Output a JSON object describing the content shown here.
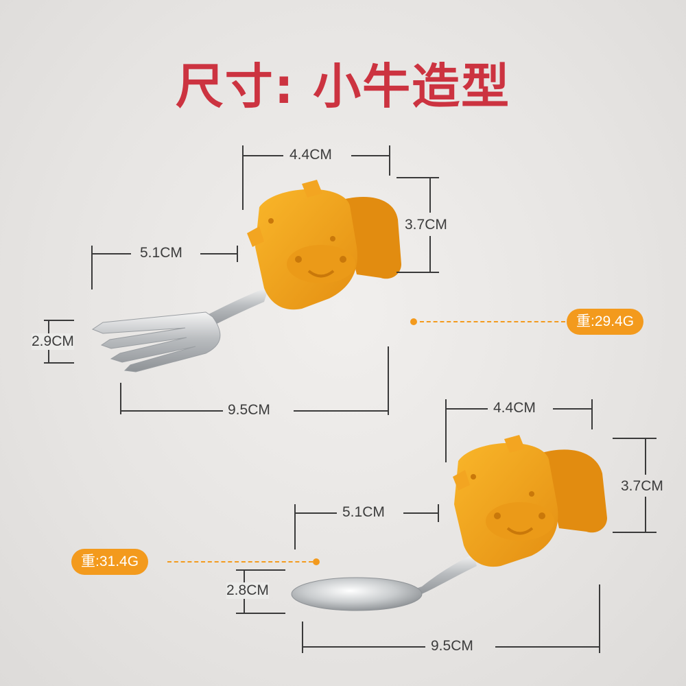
{
  "title": "尺寸: 小牛造型",
  "fork": {
    "head_width": "4.4CM",
    "head_height": "3.7CM",
    "neck_length": "5.1CM",
    "tine_width": "2.9CM",
    "total_length": "9.5CM",
    "weight": "重:29.4G"
  },
  "spoon": {
    "head_width": "4.4CM",
    "head_height": "3.7CM",
    "neck_length": "5.1CM",
    "bowl_width": "2.8CM",
    "total_length": "9.5CM",
    "weight": "重:31.4G"
  },
  "colors": {
    "title": "#cc3340",
    "accent": "#f39a1d",
    "silicone": "#f2a21c"
  }
}
